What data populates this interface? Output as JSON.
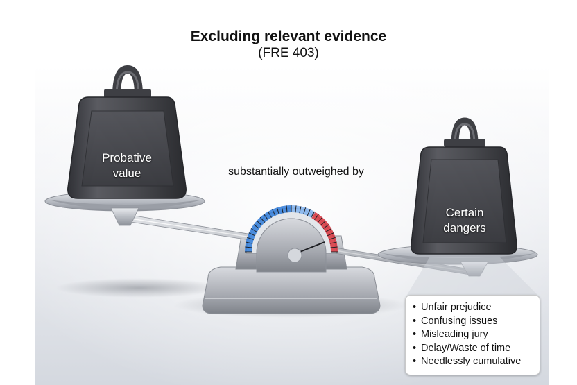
{
  "title": "Excluding relevant evidence",
  "subtitle": "(FRE 403)",
  "left_weight": {
    "line1": "Probative",
    "line2": "value"
  },
  "right_weight": {
    "line1": "Certain",
    "line2": "dangers"
  },
  "relation_text": "substantially outweighed by",
  "dangers": [
    "Unfair prejudice",
    "Confusing issues",
    "Misleading jury",
    "Delay/Waste of time",
    "Needlessly cumulative"
  ],
  "bullet_symbol": "•",
  "colors": {
    "iron": "#4a4b50",
    "gauge_blue": "#2f7bd9",
    "gauge_red": "#d8323c",
    "silver": "#b8bcc3"
  }
}
